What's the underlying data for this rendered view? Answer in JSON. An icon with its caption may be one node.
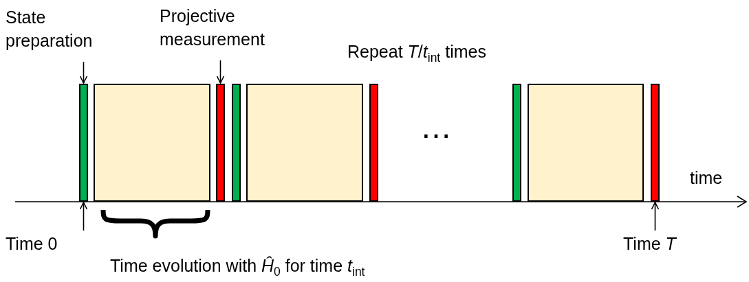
{
  "diagram": {
    "nodes": [
      {
        "text": [
          "State preparation"
        ]
      },
      {
        "text": [],
        "shape": "bar"
      },
      {
        "text": [],
        "shape": "box"
      },
      {
        "text": [
          "Projective measurement"
        ]
      },
      {
        "text": [],
        "shape": "bar"
      },
      {
        "text": [],
        "shape": "bar"
      },
      {
        "text": [],
        "shape": "box"
      },
      {
        "text": [],
        "shape": "bar"
      },
      {
        "text": [],
        "shape": "bar"
      },
      {
        "text": [],
        "shape": "box"
      },
      {
        "text": [],
        "shape": "bar"
      },
      {
        "text": [
          "Time 0"
        ]
      },
      {
        "text": [
          "Time *T*"
        ]
      }
    ],
    "edges": [
      {
        "from": 0,
        "to": 1,
        "arrow": "to"
      },
      {
        "from": 3,
        "to": 4,
        "arrow": "to"
      },
      {
        "from": 11,
        "to": 1,
        "arrow": "to"
      },
      {
        "from": 12,
        "to": 10,
        "arrow": "to"
      }
    ],
    "labels": [
      "Repeat *T*/*t*$_{int}$ times",
      "⋯",
      "time",
      "Time evolution with *Ĥ*$_{0}$ for time *t*$_{int}$"
    ]
  }
}
